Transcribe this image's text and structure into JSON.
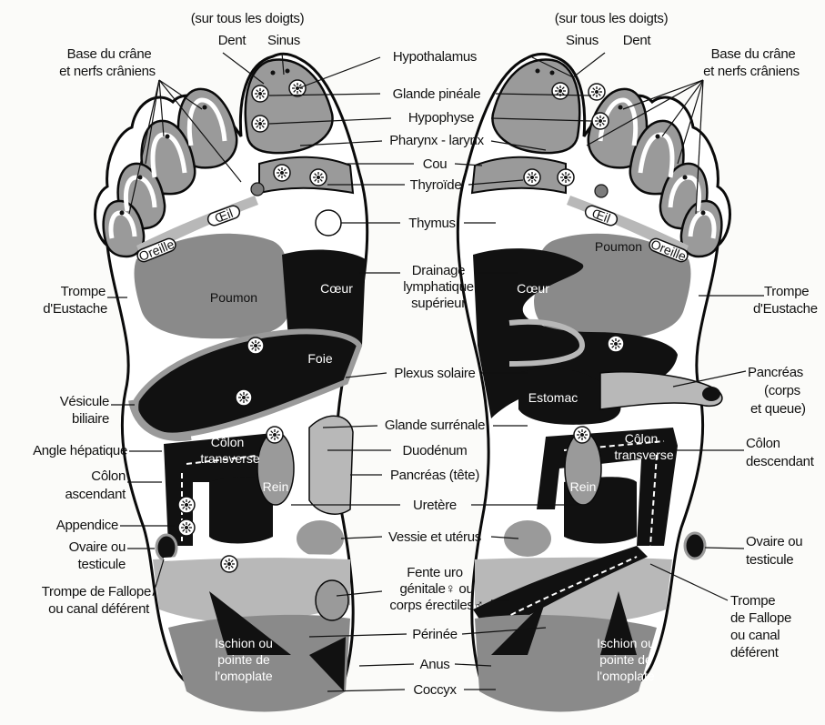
{
  "diagram": {
    "colors": {
      "black_zone": "#111111",
      "grey_zone": "#7c7c7c",
      "light_grey_zone": "#aeaeae",
      "outline": "#0a0a0a",
      "background": "#fbfbf9"
    },
    "center_labels": {
      "hypothalamus": "Hypothalamus",
      "glande_pineale": "Glande pinéale",
      "hypophyse": "Hypophyse",
      "pharynx": "Pharynx - larynx",
      "cou": "Cou",
      "thyroide": "Thyroïde",
      "thymus": "Thymus",
      "drainage_1": "Drainage",
      "drainage_2": "lymphatique",
      "drainage_3": "supérieur",
      "plexus": "Plexus solaire",
      "surrenale": "Glande surrénale",
      "duodenum": "Duodénum",
      "pancreas_tete": "Pancréas (tête)",
      "uretere": "Uretère",
      "vessie": "Vessie et utérus",
      "fente_1": "Fente uro",
      "fente_2": "génitale♀ ou",
      "fente_3": "corps érectiles♂",
      "perinee": "Périnée",
      "anus": "Anus",
      "coccyx": "Coccyx"
    },
    "left_labels": {
      "sur_tous": "(sur tous les doigts)",
      "dent": "Dent",
      "sinus": "Sinus",
      "base_1": "Base du crâne",
      "base_2": "et nerfs crâniens",
      "trompe_e_1": "Trompe",
      "trompe_e_2": "d'Eustache",
      "vesicule_1": "Vésicule",
      "vesicule_2": "biliaire",
      "angle": "Angle hépatique",
      "colon_asc_1": "Côlon",
      "colon_asc_2": "ascendant",
      "appendice": "Appendice",
      "ovaire_1": "Ovaire ou",
      "ovaire_2": "testicule",
      "fallope_1": "Trompe  de Fallope",
      "fallope_2": "ou canal déférent"
    },
    "right_labels": {
      "sur_tous": "(sur tous les doigts)",
      "sinus": "Sinus",
      "dent": "Dent",
      "base_1": "Base du crâne",
      "base_2": "et nerfs crâniens",
      "trompe_e_1": "Trompe",
      "trompe_e_2": "d'Eustache",
      "pancreas_1": "Pancréas",
      "pancreas_2": "(corps",
      "pancreas_3": "et queue)",
      "colon_desc_1": "Côlon",
      "colon_desc_2": "descendant",
      "ovaire_1": "Ovaire ou",
      "ovaire_2": "testicule",
      "fallope_1": "Trompe",
      "fallope_2": "de Fallope",
      "fallope_3": "ou canal",
      "fallope_4": "déférent"
    },
    "inner_left": {
      "oeil": "Œil",
      "oreille": "Oreille",
      "poumon": "Poumon",
      "coeur": "Cœur",
      "foie": "Foie",
      "colon_1": "Côlon",
      "colon_2": "transverse",
      "rein": "Rein",
      "ischion_1": "Ischion ou",
      "ischion_2": "pointe de",
      "ischion_3": "l'omoplate"
    },
    "inner_right": {
      "oeil": "Œil",
      "oreille": "Oreille",
      "poumon": "Poumon",
      "coeur": "Cœur",
      "estomac": "Estomac",
      "colon_1": "Côlon",
      "colon_2": "transverse",
      "rein": "Rein",
      "ischion_1": "Ischion ou",
      "ischion_2": "pointe de",
      "ischion_3": "l'omoplate"
    }
  }
}
